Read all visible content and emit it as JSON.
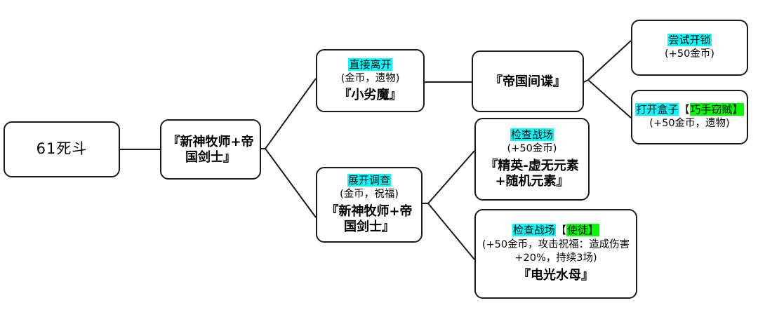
{
  "diagram": {
    "type": "tree-flowchart",
    "background": "#ffffff",
    "highlight_colors": {
      "cyan": "#00ffff",
      "green": "#00ff00"
    },
    "nodes": {
      "root": {
        "plain": "61死斗"
      },
      "start_encounter": {
        "main": "『新神牧师+帝国剑士』"
      },
      "leave_directly": {
        "title": "直接离开",
        "sub": "(金币，遗物)",
        "main": "『小劣魔』"
      },
      "empire_spy": {
        "main": "『帝国间谍』"
      },
      "try_unlock": {
        "title": "尝试开锁",
        "sub": "(+50金币)"
      },
      "open_box": {
        "title": "打开盒子",
        "bracket_open": "【",
        "tag": "巧手窃贼】",
        "sub": "(+50金币，遗物)"
      },
      "investigate": {
        "title": "展开调查",
        "sub": "(金币，祝福)",
        "main": "『新神牧师+帝国剑士』"
      },
      "check_field_elite": {
        "title": "检查战场",
        "sub": "(+50金币)",
        "main": "『精英-虚无元素+随机元素』"
      },
      "check_field_apostle": {
        "title": "检查战场",
        "bracket_open": "【",
        "tag": "使徒】",
        "sub": "(+50金币，攻击祝福：造成伤害+20%，持续3场)",
        "main": "『电光水母』"
      }
    }
  }
}
